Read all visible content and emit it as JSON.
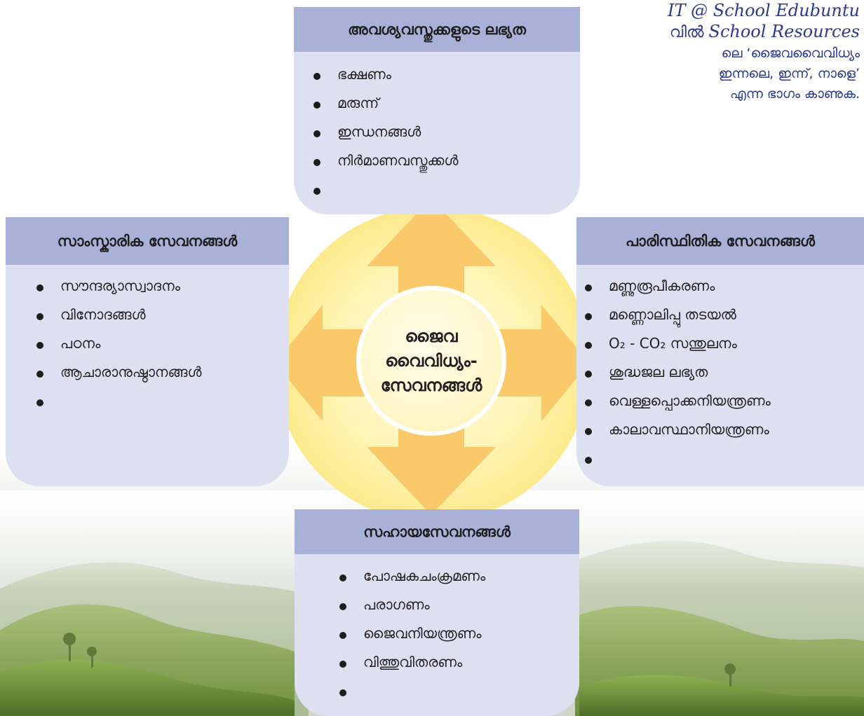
{
  "note": {
    "line1": "IT @ School Edubuntu",
    "line2_prefix": "വിൽ ",
    "line2_italic": "School Resources",
    "line3": "ലെ ‘ജൈവവൈവിധ്യം",
    "line4": "ഇന്നലെ, ഇന്ന്, നാളെ’",
    "line5": "എന്ന ഭാഗം കാണുക."
  },
  "center": {
    "line1": "ജൈവ",
    "line2": "വൈവിധ്യം-",
    "line3": "സേവനങ്ങൾ"
  },
  "top": {
    "title": "അവശ്യവസ്തുക്കളുടെ ലഭ്യത",
    "items": [
      "ഭക്ഷണം",
      "മരുന്ന്",
      "ഇന്ധനങ്ങൾ",
      "നിർമാണവസ്തുക്കൾ",
      ""
    ]
  },
  "left": {
    "title": "സാംസ്കാരിക സേവനങ്ങൾ",
    "items": [
      "സൗന്ദര്യാസ്വാദനം",
      "വിനോദങ്ങൾ",
      "പഠനം",
      "ആചാരാനുഷ്ഠാനങ്ങൾ",
      ""
    ]
  },
  "right": {
    "title": "പാരിസ്ഥിതിക സേവനങ്ങൾ",
    "items": [
      "മണ്ണുരൂപീകരണം",
      "മണ്ണൊലിപ്പു തടയൽ",
      "O₂ - CO₂ സന്തുലനം",
      "ശുദ്ധജല ലഭ്യത",
      "വെള്ളപ്പൊക്കനിയന്ത്രണം",
      "കാലാവസ്ഥാനിയന്ത്രണം",
      ""
    ]
  },
  "bottom": {
    "title": "സഹായസേവനങ്ങൾ",
    "items": [
      "പോഷകചംക്രമണം",
      "പരാഗണം",
      "ജൈവനിയന്ത്രണം",
      "വിത്തുവിതരണം",
      ""
    ]
  },
  "colors": {
    "panel": "#dde0f0",
    "panel_header": "#a9b1d8",
    "arrow": "#f9c96a",
    "glow": "#fde98a",
    "note_text": "#2b3a8f"
  }
}
